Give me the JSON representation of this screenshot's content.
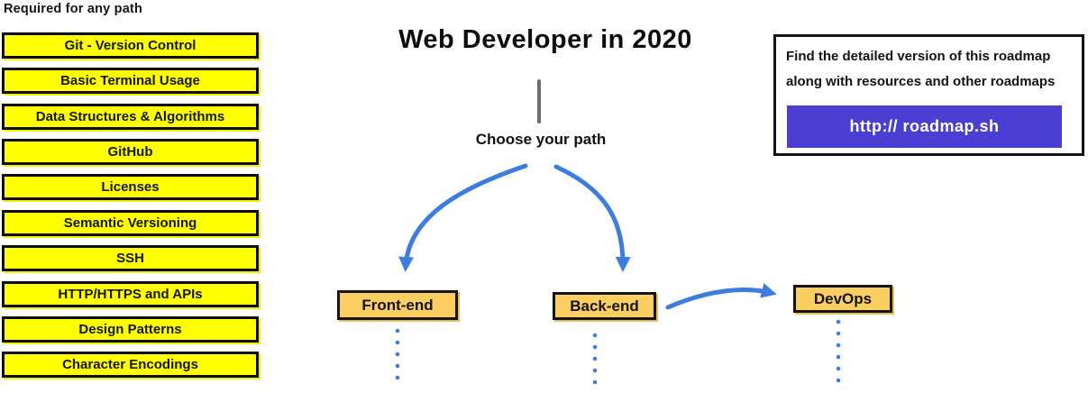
{
  "page": {
    "background_color": "#ffffff"
  },
  "sidebar": {
    "header": "Required for any path",
    "box_color": "#FFFF00",
    "border_color": "#0d0d0d",
    "items": [
      {
        "label": "Git - Version Control"
      },
      {
        "label": "Basic Terminal Usage"
      },
      {
        "label": "Data Structures & Algorithms"
      },
      {
        "label": "GitHub"
      },
      {
        "label": "Licenses"
      },
      {
        "label": "Semantic Versioning"
      },
      {
        "label": "SSH"
      },
      {
        "label": "HTTP/HTTPS and APIs"
      },
      {
        "label": "Design Patterns"
      },
      {
        "label": "Character Encodings"
      }
    ]
  },
  "center": {
    "title": "Web Developer in 2020",
    "choose_label": "Choose your path",
    "box_color": "#FBCE62",
    "arrow_color": "#3D7DE0",
    "stem_color": "#6e6e6e",
    "paths": [
      {
        "label": "Front-end"
      },
      {
        "label": "Back-end"
      },
      {
        "label": "DevOps"
      }
    ]
  },
  "info_panel": {
    "line1": "Find the detailed version of this roadmap",
    "line2": "along with resources and other roadmaps",
    "button_label": "http:// roadmap.sh",
    "button_color": "#4B3ED2",
    "button_text_color": "#ffffff"
  }
}
